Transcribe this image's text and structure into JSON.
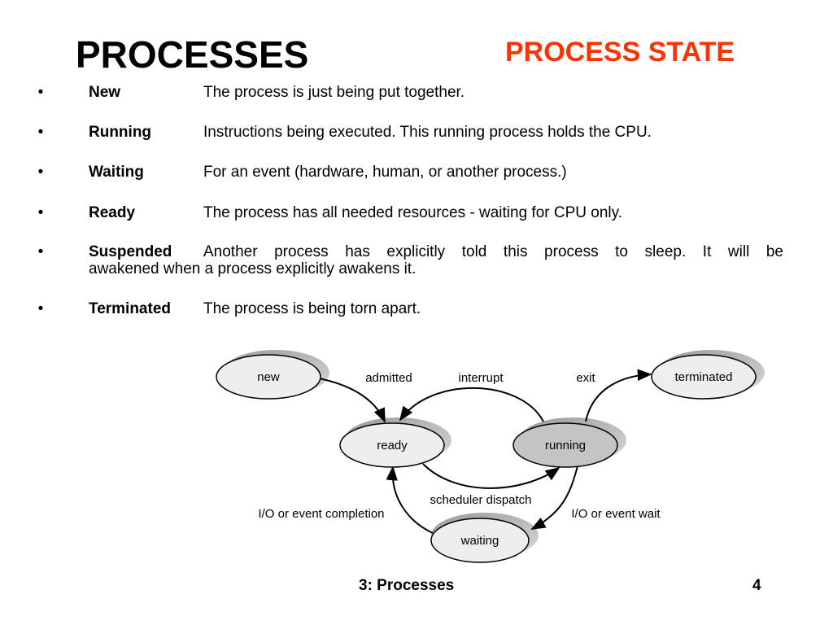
{
  "slide": {
    "title": "PROCESSES",
    "section_title": "PROCESS STATE",
    "footer": "3: Processes",
    "page_number": "4",
    "accent_color": "#ff3300"
  },
  "states": [
    {
      "bullet": "•",
      "term": "New",
      "description": "The process is just being put together."
    },
    {
      "bullet": "•",
      "term": "Running",
      "description": "Instructions being executed. This running process holds the CPU."
    },
    {
      "bullet": "•",
      "term": "Waiting",
      "description": "For an event (hardware, human, or another process.)"
    },
    {
      "bullet": "•",
      "term": "Ready",
      "description": "The process has all needed resources - waiting for CPU only."
    },
    {
      "bullet": "•",
      "term": "Suspended",
      "description": "Another process has explicitly told this process to sleep. It will be",
      "description_cont": "awakened when a process explicitly awakens it."
    },
    {
      "bullet": "•",
      "term": "Terminated",
      "description": "The process is being torn apart."
    }
  ],
  "diagram": {
    "nodes": {
      "new": "new",
      "ready": "ready",
      "running": "running",
      "waiting": "waiting",
      "terminated": "terminated"
    },
    "edges": {
      "admitted": "admitted",
      "interrupt": "interrupt",
      "exit": "exit",
      "scheduler_dispatch": "scheduler dispatch",
      "io_completion": "I/O or event completion",
      "io_wait": "I/O or event wait"
    }
  }
}
